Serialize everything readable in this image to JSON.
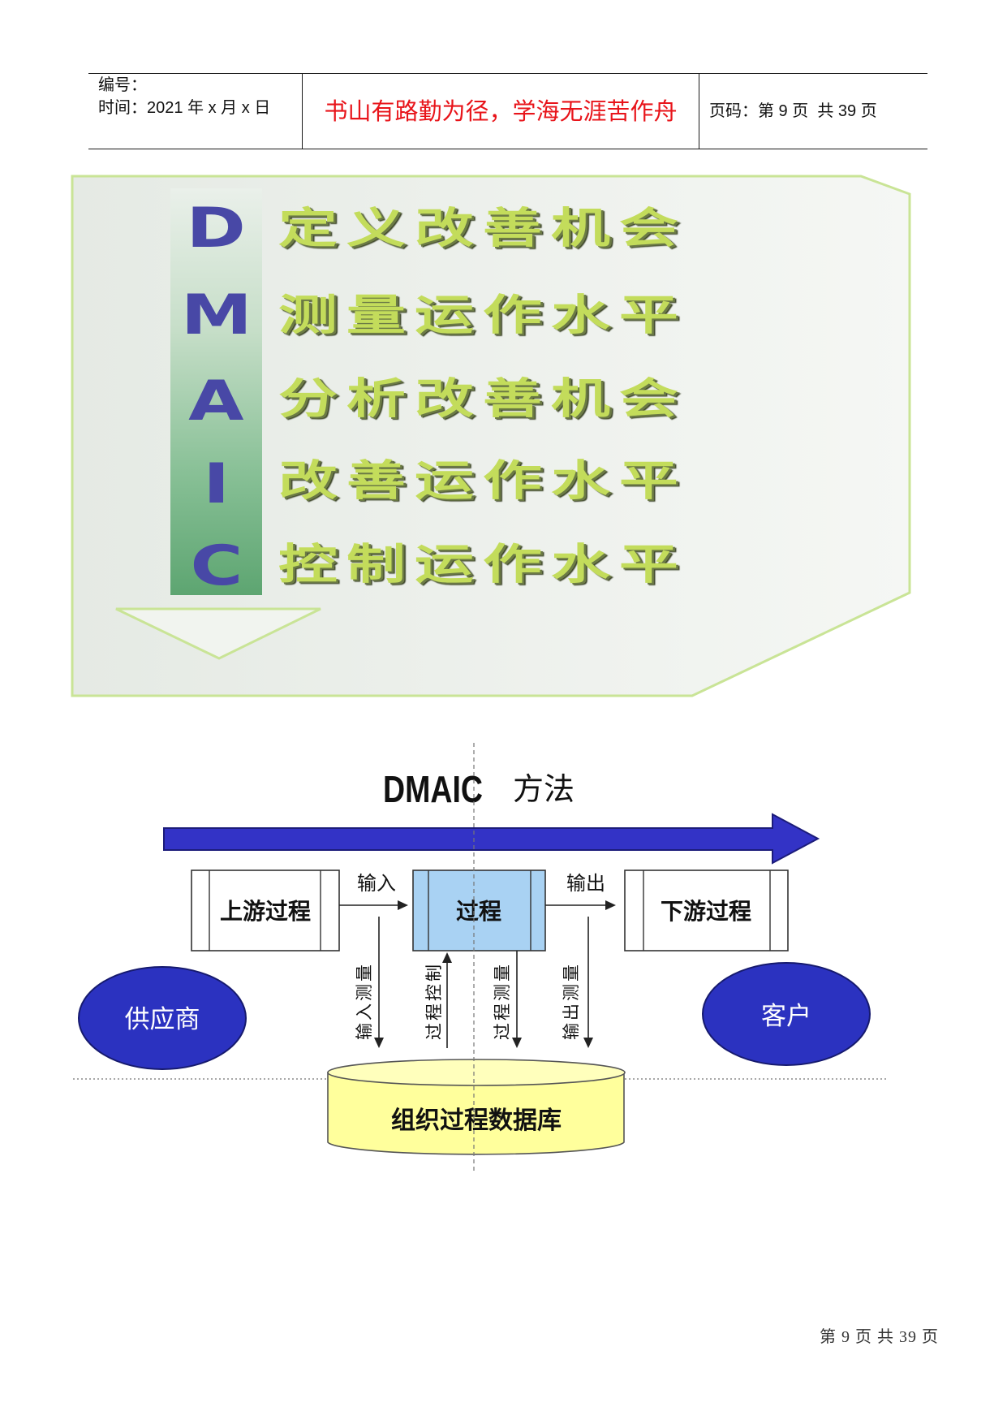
{
  "header": {
    "number_label": "编号：",
    "time_label": "时间：2021 年 x 月 x 日",
    "motto": "书山有路勤为径，学海无涯苦作舟",
    "page_label": "页码：第 9 页  共 39 页"
  },
  "dmaic_panel": {
    "steps": [
      {
        "letter": "D",
        "text": "定义改善机会"
      },
      {
        "letter": "M",
        "text": "测量运作水平"
      },
      {
        "letter": "A",
        "text": "分析改善机会"
      },
      {
        "letter": "I",
        "text": "改善运作水平"
      },
      {
        "letter": "C",
        "text": "控制运作水平"
      }
    ]
  },
  "method_diagram": {
    "title": "DMAIC",
    "title_suffix": "方法",
    "upstream_process": "上游过程",
    "process": "过程",
    "downstream_process": "下游过程",
    "input": "输入",
    "output": "输出",
    "measures": [
      "输入测量",
      "过程控制",
      "过程测量",
      "输出测量"
    ],
    "supplier": "供应商",
    "customer": "客户",
    "database": "组织过程数据库"
  },
  "footer": {
    "page_text": "第 9 页 共 39 页"
  },
  "colors": {
    "motto_red": "#e8141a",
    "dmaic_letter": "#4848a6",
    "dmaic_step_text": "#c3dc5b",
    "panel_border": "#c9e496",
    "flow_arrow": "#3333c6",
    "stakeholder_fill": "#2b32c0",
    "process_box_fill": "#a9d2f3",
    "database_fill": "#ffff9c"
  }
}
